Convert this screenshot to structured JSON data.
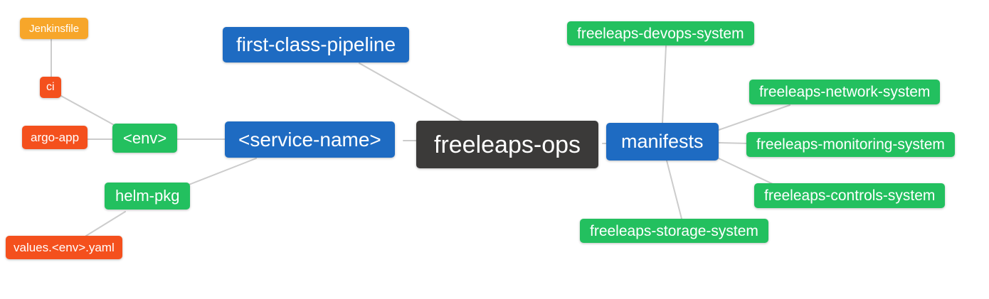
{
  "colors": {
    "background": "#ffffff",
    "root": "#3b3a39",
    "blue": "#1e6bc2",
    "green": "#23c05f",
    "red": "#f4501d",
    "orange": "#f7a62a",
    "edge": "#cccccc",
    "text": "#ffffff"
  },
  "mindmap": {
    "root": {
      "label": "freeleaps-ops"
    },
    "left_branch": {
      "service_name": {
        "label": "<service-name>"
      },
      "first_class_pipeline": {
        "label": "first-class-pipeline"
      },
      "env": {
        "label": "<env>"
      },
      "ci": {
        "label": "ci"
      },
      "jenkinsfile": {
        "label": "Jenkinsfile"
      },
      "argo_app": {
        "label": "argo-app"
      },
      "helm_pkg": {
        "label": "helm-pkg"
      },
      "values_env_yaml": {
        "label": "values.<env>.yaml"
      }
    },
    "right_branch": {
      "manifests": {
        "label": "manifests"
      },
      "devops_system": {
        "label": "freeleaps-devops-system"
      },
      "network_system": {
        "label": "freeleaps-network-system"
      },
      "monitoring_system": {
        "label": "freeleaps-monitoring-system"
      },
      "controls_system": {
        "label": "freeleaps-controls-system"
      },
      "storage_system": {
        "label": "freeleaps-storage-system"
      }
    }
  }
}
